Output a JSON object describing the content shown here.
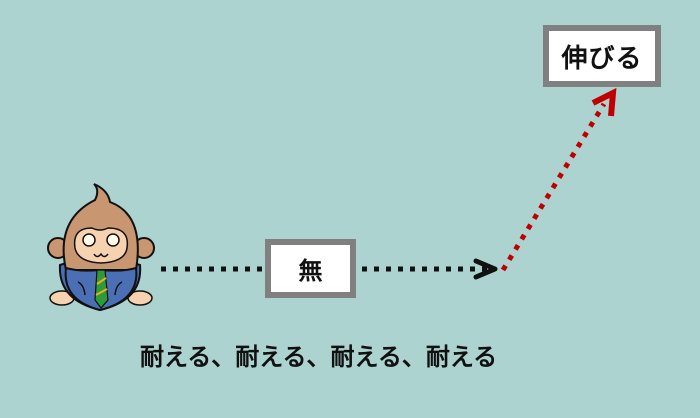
{
  "diagram": {
    "top_box_label": "伸びる",
    "middle_box_label": "無",
    "caption": "耐える、耐える、耐える、耐える"
  },
  "colors": {
    "background": "#acd3cf",
    "box_border": "#808080",
    "box_fill": "#ffffff",
    "black_arrow": "#111111",
    "red_arrow": "#c00000",
    "monkey_fur": "#c89670",
    "monkey_face": "#f6d2b0",
    "suit": "#4a6fb5",
    "tie": "#2e9b3a"
  }
}
